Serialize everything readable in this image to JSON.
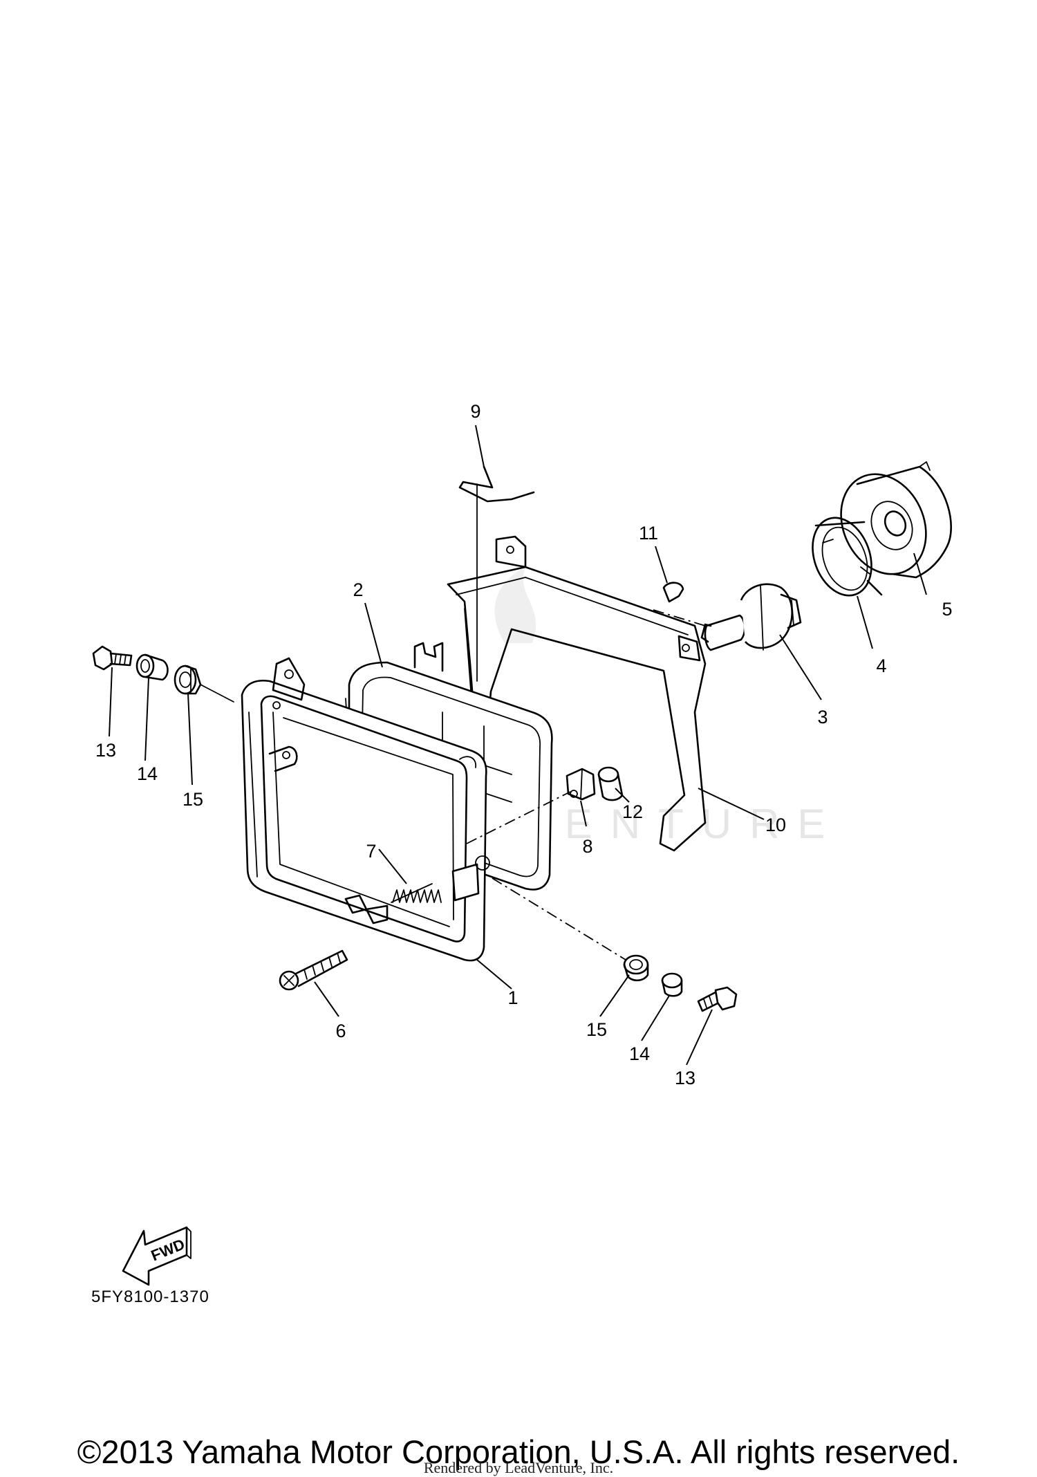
{
  "diagram": {
    "callouts": [
      "1",
      "2",
      "3",
      "4",
      "5",
      "6",
      "7",
      "8",
      "9",
      "10",
      "11",
      "12",
      "13",
      "14",
      "15"
    ],
    "fwd_label": "FWD",
    "watermark": "LEADVENTURE",
    "drawing_code": "5FY8100-1370"
  },
  "footer": {
    "copyright": "©2013 Yamaha Motor Corporation, U.S.A. All rights reserved.",
    "rendered_by": "Rendered by LeadVenture, Inc."
  }
}
